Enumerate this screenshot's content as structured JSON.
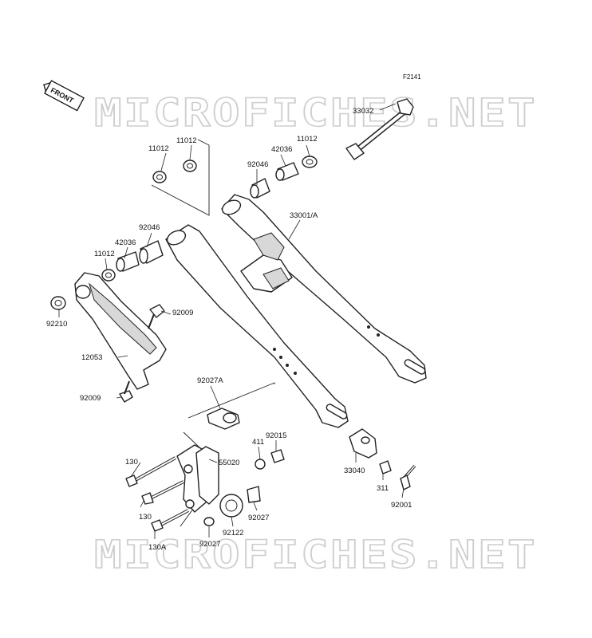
{
  "figure": {
    "code": "F2141"
  },
  "front_marker": {
    "text": "FRONT"
  },
  "watermark": {
    "text": "MICROFICHES.NET"
  },
  "parts": [
    {
      "number": "33032"
    },
    {
      "number": "11012"
    },
    {
      "number": "11012"
    },
    {
      "number": "11012"
    },
    {
      "number": "42036"
    },
    {
      "number": "92046"
    },
    {
      "number": "33001/A"
    },
    {
      "number": "92046"
    },
    {
      "number": "42036"
    },
    {
      "number": "11012"
    },
    {
      "number": "92009"
    },
    {
      "number": "92210"
    },
    {
      "number": "12053"
    },
    {
      "number": "92009"
    },
    {
      "number": "92027A"
    },
    {
      "number": "411"
    },
    {
      "number": "92015"
    },
    {
      "number": "130"
    },
    {
      "number": "55020"
    },
    {
      "number": "33040"
    },
    {
      "number": "130"
    },
    {
      "number": "311"
    },
    {
      "number": "92001"
    },
    {
      "number": "92122"
    },
    {
      "number": "92027"
    },
    {
      "number": "130A"
    },
    {
      "number": "92027"
    }
  ]
}
